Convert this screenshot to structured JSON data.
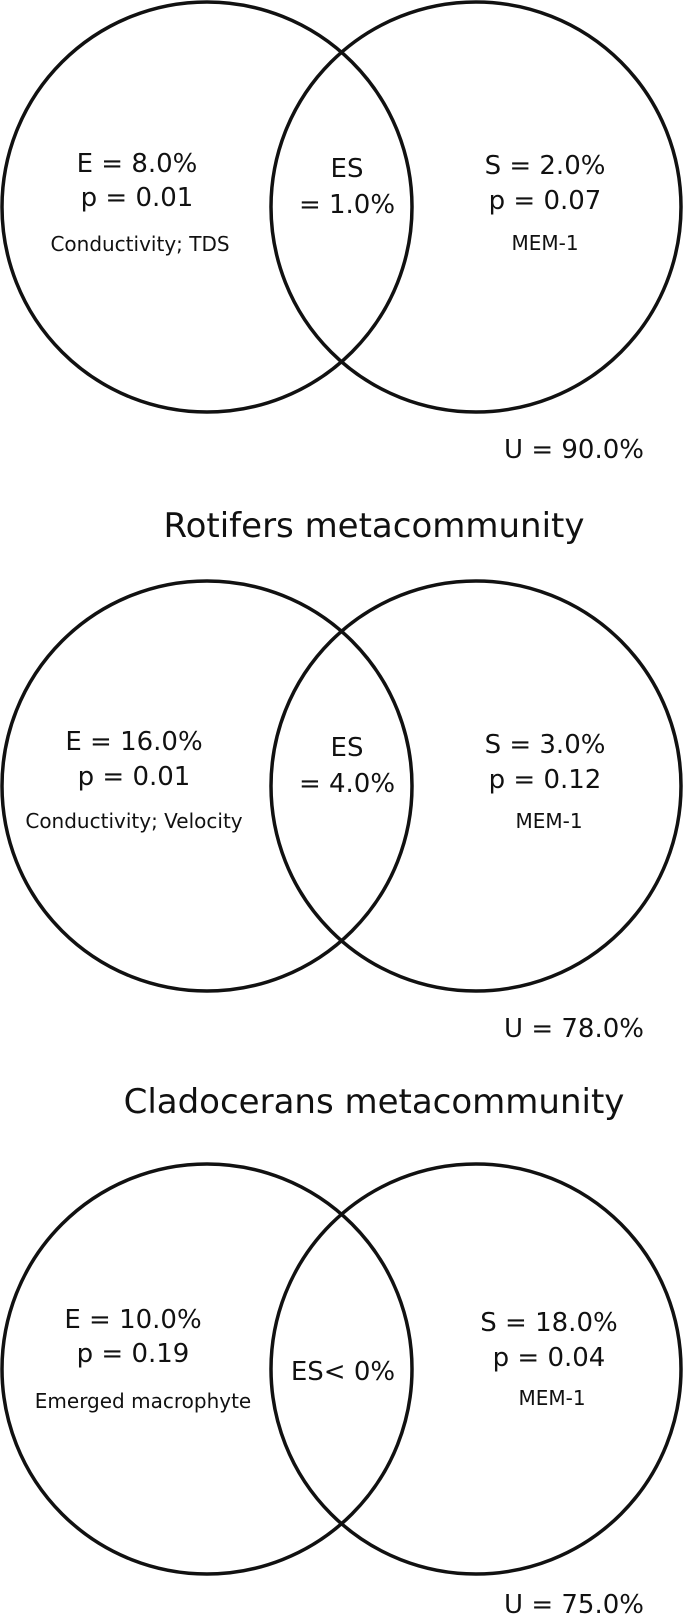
{
  "colors": {
    "stroke": "#111111",
    "background": "#ffffff"
  },
  "panels": [
    {
      "title": "",
      "environment": {
        "value": "E = 8.0%",
        "p": "p = 0.01",
        "variables": "Conductivity; TDS"
      },
      "shared": {
        "line1": "ES",
        "line2": "= 1.0%"
      },
      "spatial": {
        "value": "S = 2.0%",
        "p": "p = 0.07",
        "variables": "MEM-1"
      },
      "unexplained": "U = 90.0%"
    },
    {
      "title": "Rotifers metacommunity",
      "environment": {
        "value": "E = 16.0%",
        "p": "p = 0.01",
        "variables": "Conductivity; Velocity"
      },
      "shared": {
        "line1": "ES",
        "line2": "= 4.0%"
      },
      "spatial": {
        "value": "S = 3.0%",
        "p": "p = 0.12",
        "variables": "MEM-1"
      },
      "unexplained": "U = 78.0%"
    },
    {
      "title": "Cladocerans metacommunity",
      "environment": {
        "value": "E = 10.0%",
        "p": "p = 0.19",
        "variables": "Emerged macrophyte"
      },
      "shared": {
        "line1": "ES< 0%",
        "line2": ""
      },
      "spatial": {
        "value": "S = 18.0%",
        "p": "p = 0.04",
        "variables": "MEM-1"
      },
      "unexplained": "U = 75.0%"
    }
  ]
}
